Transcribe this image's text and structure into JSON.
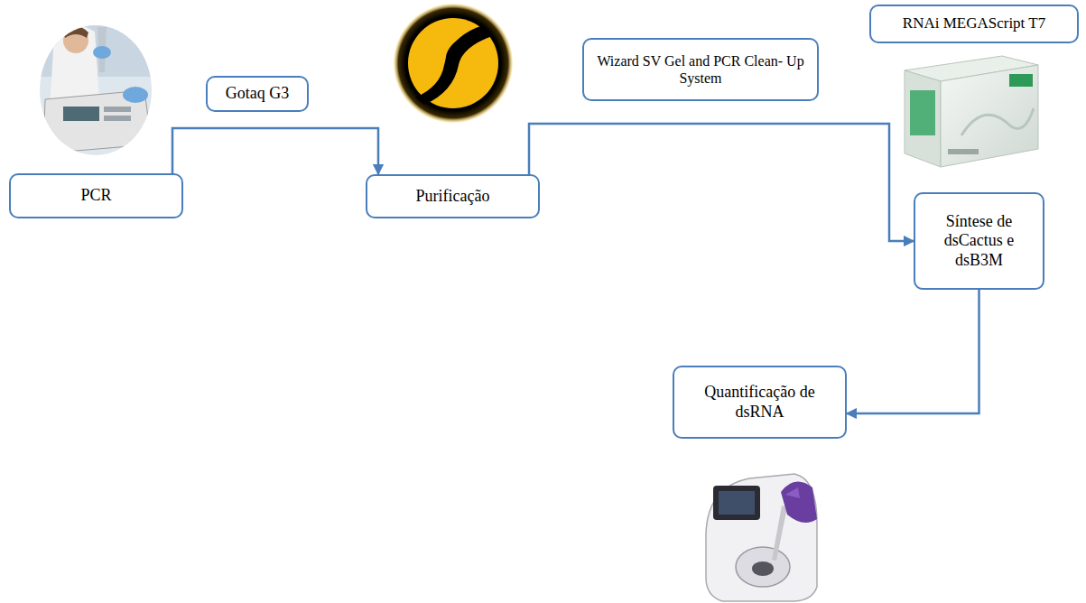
{
  "diagram": {
    "nodes": [
      {
        "text": [
          "PCR"
        ]
      },
      {
        "text": [
          "Gotaq G3"
        ]
      },
      {
        "text": [
          "Purificação"
        ]
      },
      {
        "text": [
          "Wizard SV Gel and PCR Clean- Up System"
        ]
      },
      {
        "text": [
          "RNAi MEGAScript T7"
        ]
      },
      {
        "text": [
          "Síntese de dsCactus e dsB3M"
        ]
      },
      {
        "text": [
          "Quantificação de dsRNA"
        ]
      }
    ],
    "edges": [
      {
        "from": 0,
        "to": 2,
        "arrow": "to"
      },
      {
        "from": 2,
        "to": 5,
        "arrow": "to"
      },
      {
        "from": 5,
        "to": 6,
        "arrow": "to"
      }
    ]
  }
}
